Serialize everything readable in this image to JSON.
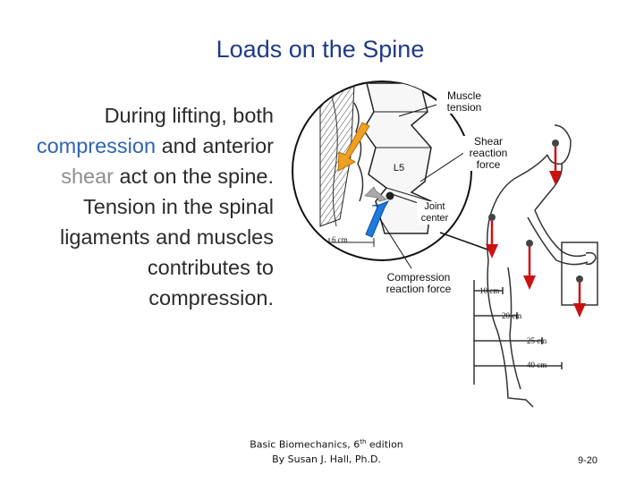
{
  "slide": {
    "title": "Loads on the Spine",
    "body": {
      "part1": "During lifting, both",
      "part2": "compression",
      "part3": " and anterior ",
      "part4": "shear",
      "part5": " act on the spine. Tension in the spinal ligaments and muscles contributes to compression."
    },
    "colors": {
      "title": "#1f3a8a",
      "highlight_blue": "#2d63b5",
      "highlight_gray": "#8e8e8e",
      "arrow_orange": "#f0a020",
      "arrow_blue": "#1e7ae0",
      "arrow_red": "#cc1111"
    }
  },
  "figure": {
    "labels": {
      "muscle_tension": "Muscle tension",
      "shear_reaction": "Shear reaction force",
      "joint_center": "Joint center",
      "compression_reaction": "Compression reaction force",
      "vertebra": "L5"
    },
    "scale": {
      "spine_distance": "6 cm",
      "d1": "10 cm",
      "d2": "20 cm",
      "d3": "25 cm",
      "d4": "40 cm"
    }
  },
  "footer": {
    "credit_line1_a": "Basic Biomechanics, 6",
    "credit_line1_sup": "th",
    "credit_line1_b": " edition",
    "credit_line2": "By Susan J. Hall, Ph.D.",
    "slide_number": "9-20"
  }
}
